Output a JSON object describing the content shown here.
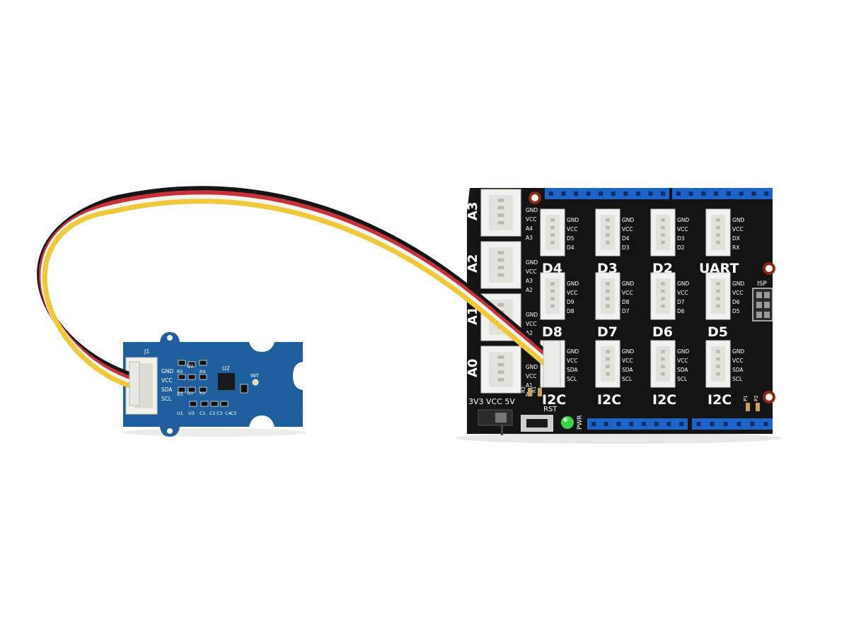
{
  "sensor": {
    "connector": "J1",
    "pins": [
      "GND",
      "VCC",
      "SDA",
      "SCL"
    ],
    "chip": "U2",
    "int_label": "INT",
    "components": [
      "R5",
      "Q2",
      "R4",
      "R3",
      "Q1",
      "R2",
      "U1",
      "U3",
      "C1",
      "C2",
      "C3",
      "C4",
      "C5"
    ]
  },
  "shield": {
    "analog_ports": [
      {
        "name": "A3",
        "pins": [
          "GND",
          "VCC",
          "A4",
          "A3"
        ]
      },
      {
        "name": "A2",
        "pins": [
          "GND",
          "VCC",
          "A3",
          "A2"
        ]
      },
      {
        "name": "A1",
        "pins": [
          "GND",
          "VCC",
          "A2",
          "A1"
        ]
      },
      {
        "name": "A0",
        "pins": [
          "GND",
          "VCC",
          "A1",
          "A0"
        ]
      }
    ],
    "rows": [
      [
        {
          "name": "D4",
          "pins": [
            "GND",
            "VCC",
            "D5",
            "D4"
          ]
        },
        {
          "name": "D3",
          "pins": [
            "GND",
            "VCC",
            "D4",
            "D3"
          ]
        },
        {
          "name": "D2",
          "pins": [
            "GND",
            "VCC",
            "D3",
            "D2"
          ]
        },
        {
          "name": "UART",
          "pins": [
            "GND",
            "VCC",
            "DX",
            "RX"
          ]
        }
      ],
      [
        {
          "name": "D8",
          "pins": [
            "GND",
            "VCC",
            "D9",
            "D8"
          ]
        },
        {
          "name": "D7",
          "pins": [
            "GND",
            "VCC",
            "D8",
            "D7"
          ]
        },
        {
          "name": "D6",
          "pins": [
            "GND",
            "VCC",
            "D7",
            "D6"
          ]
        },
        {
          "name": "D5",
          "pins": [
            "GND",
            "VCC",
            "D6",
            "D5"
          ]
        }
      ],
      [
        {
          "name": "I2C",
          "pins": [
            "GND",
            "VCC",
            "SDA",
            "SCL"
          ]
        },
        {
          "name": "I2C",
          "pins": [
            "GND",
            "VCC",
            "SDA",
            "SCL"
          ]
        },
        {
          "name": "I2C",
          "pins": [
            "GND",
            "VCC",
            "SDA",
            "SCL"
          ]
        },
        {
          "name": "I2C",
          "pins": [
            "GND",
            "VCC",
            "SDA",
            "SCL"
          ]
        }
      ]
    ],
    "isp_label": "ISP",
    "switch_label": "3V3 VCC 5V",
    "rst_label": "RST",
    "pwr_label": "PWR",
    "small_labels": [
      "R2",
      "R1",
      "P1",
      "P2"
    ],
    "colors": {
      "board": "#141414",
      "header_blue": "#1e63c8",
      "grove_white": "#f1f1ee",
      "sensor_blue": "#1f5f9e",
      "led_green": "#39d64b"
    }
  },
  "cable": {
    "wire_colors": [
      "#151515",
      "#c8323a",
      "#f4f4f0",
      "#f0c93b"
    ]
  }
}
